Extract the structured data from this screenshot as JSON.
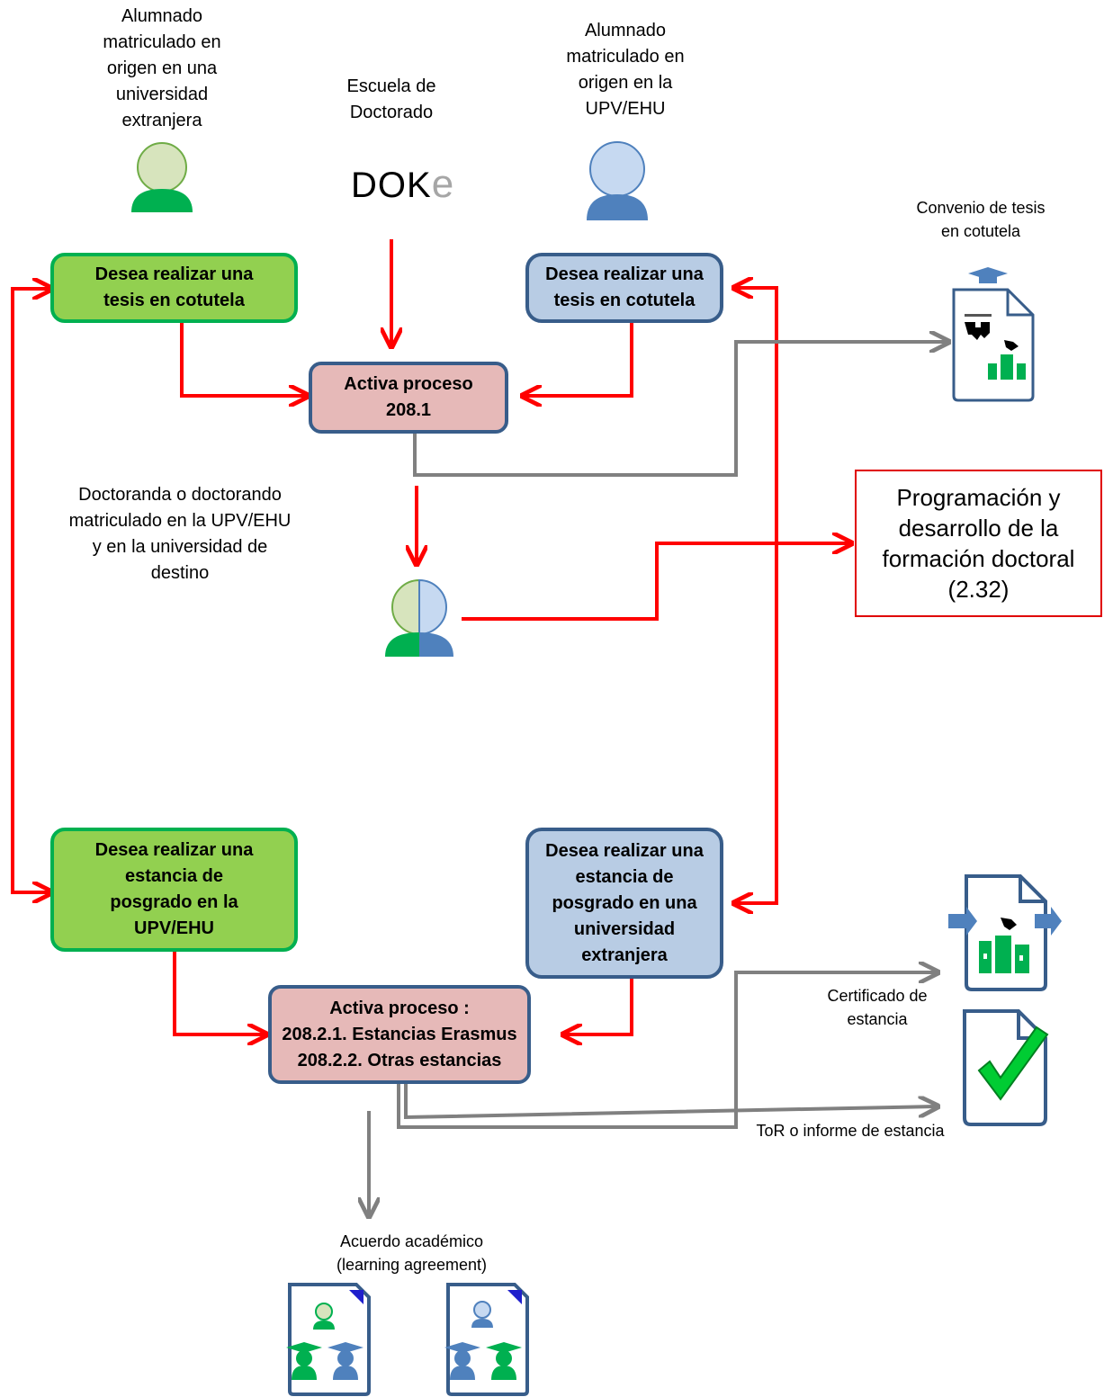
{
  "actors": {
    "foreign_student": "Alumnado\nmatriculado en\norigen en una\nuniversidad\nextranjera",
    "doctoral_school": "Escuela de\nDoctorado",
    "local_student": "Alumnado\nmatriculado en\norigen en la\nUPV/EHU",
    "doctoral_candidate": "Doctoranda o doctorando\nmatriculado  en la UPV/EHU\ny en la universidad de\ndestino"
  },
  "logo": {
    "main": "DOK",
    "accent": "e"
  },
  "boxes": {
    "green_top": "Desea realizar una\ntesis en cotutela",
    "blue_top": "Desea realizar una\ntesis en cotutela",
    "process_208_1": "Activa proceso\n208.1",
    "green_bottom": "Desea realizar una\nestancia de\nposgrado en la\nUPV/EHU",
    "blue_bottom": "Desea realizar una\nestancia de\nposgrado en una\nuniversidad\nextranjera",
    "process_208_2": "Activa proceso :\n208.2.1. Estancias Erasmus\n208.2.2. Otras estancias",
    "training": "Programación y\ndesarrollo de la\nformación doctoral\n(2.32)"
  },
  "documents": {
    "agreement": "Convenio de tesis\nen cotutela",
    "certificate": "Certificado de\nestancia",
    "tor": "ToR o informe de estancia",
    "learning_agreement": "Acuerdo académico\n(learning agreement)"
  },
  "colors": {
    "green_fill": "#92d050",
    "green_border": "#00b050",
    "blue_fill": "#b8cce4",
    "blue_border": "#385d8a",
    "pink_fill": "#e6b9b8",
    "red_arrow": "#ff0000",
    "gray_arrow": "#808080"
  },
  "icons": [
    "green-person-icon",
    "blue-person-icon",
    "dual-person-icon",
    "document-icon",
    "checkmark-icon",
    "mortarboard-icon"
  ]
}
